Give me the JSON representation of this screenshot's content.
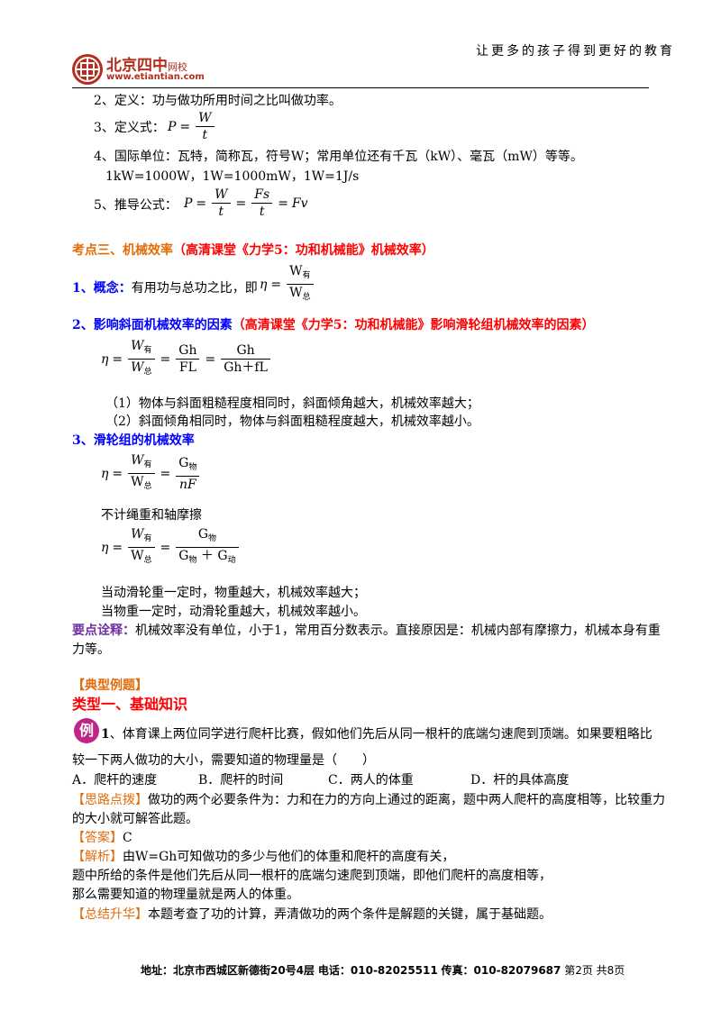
{
  "header": {
    "slogan": "让更多的孩子得到更好的教育",
    "logo_name": "北京四中",
    "logo_sub": "网校",
    "logo_url": "www.etiantian.com"
  },
  "power": {
    "item2": "2、定义：功与做功所用时间之比叫做功率。",
    "item3_label": "3、定义式：",
    "item4_line1": "4、国际单位：瓦特，简称瓦，符号W；常用单位还有千瓦（kW）、毫瓦（mW）等等。",
    "item4_line2": "1kW=1000W，1W=1000mW，1W=1J/s",
    "item5_label": "5、推导公式："
  },
  "section3": {
    "title": "考点三、机械效率",
    "ref": "（高清课堂《力学5：功和机械能》机械效率）",
    "concept_label": "1、概念：",
    "concept_text": "有用功与总功之比，即",
    "incline_title": "2、影响斜面机械效率的因素",
    "incline_ref": "（高清课堂《力学5：功和机械能》影响滑轮组机械效率的因素）",
    "incline_1": "（1）物体与斜面粗糙程度相同时，斜面倾角越大，机械效率越大；",
    "incline_2": "（2）斜面倾角相同时，物体与斜面粗糙程度越大，机械效率越小。",
    "pulley_title": "3、滑轮组的机械效率",
    "pulley_note": "不计绳重和轴摩擦",
    "pulley_1": "当动滑轮重一定时，物重越大，机械效率越大；",
    "pulley_2": "当物重一定时，动滑轮重越大，机械效率越小。",
    "key_label": "要点诠释：",
    "key_line1": "机械效率没有单位，小于1，常用百分数表示。直接原因是：机械内部有摩擦力，机械本身有重",
    "key_line2": "力等。"
  },
  "examples": {
    "heading": "【典型例题】",
    "type1": "类型一、基础知识",
    "badge": "例",
    "q_num": "1",
    "q_line1": "、体育课上两位同学进行爬杆比赛，假如他们先后从同一根杆的底端匀速爬到顶端。如果要粗略比",
    "q_line2": "较一下两人做功的大小，需要知道的物理量是（　　）",
    "options": [
      "A．爬杆的速度",
      "B．爬杆的时间",
      "C．两人的体重",
      "D．杆的具体高度"
    ],
    "hint_label": "【思路点拨】",
    "hint_line1": "做功的两个必要条件为：力和在力的方向上通过的距离，题中两人爬杆的高度相等，比较重力",
    "hint_line2": "的大小就可解答此题。",
    "answer_label": "【答案】",
    "answer": "C",
    "analysis_label": "【解析】",
    "analysis_line1": "由W=Gh可知做功的多少与他们的体重和爬杆的高度有关，",
    "analysis_line2": "题中所给的条件是他们先后从同一根杆的底端匀速爬到顶端，即他们爬杆的高度相等，",
    "analysis_line3": "那么需要知道的物理量就是两人的体重。",
    "summary_label": "【总结升华】",
    "summary": "本题考查了功的计算，弄清做功的两个条件是解题的关键，属于基础题。"
  },
  "formulas": {
    "P": "P",
    "W": "W",
    "t": "t",
    "Fs": "Fs",
    "Fv": "Fv",
    "eta": "η",
    "Wy_base": "W",
    "you": "有",
    "zong": "总",
    "Gh": "Gh",
    "FL": "FL",
    "Gh_fL": "Gh＋fL",
    "G": "G",
    "wu": "物",
    "dong": "动",
    "nF": "nF",
    "eq": "=",
    "plus": "＋"
  },
  "footer": {
    "address": "地址：北京市西城区新德街20号4层",
    "phone": "电话：010-82025511",
    "fax": "传真：010-82079687",
    "page": "第2页  共8页"
  }
}
